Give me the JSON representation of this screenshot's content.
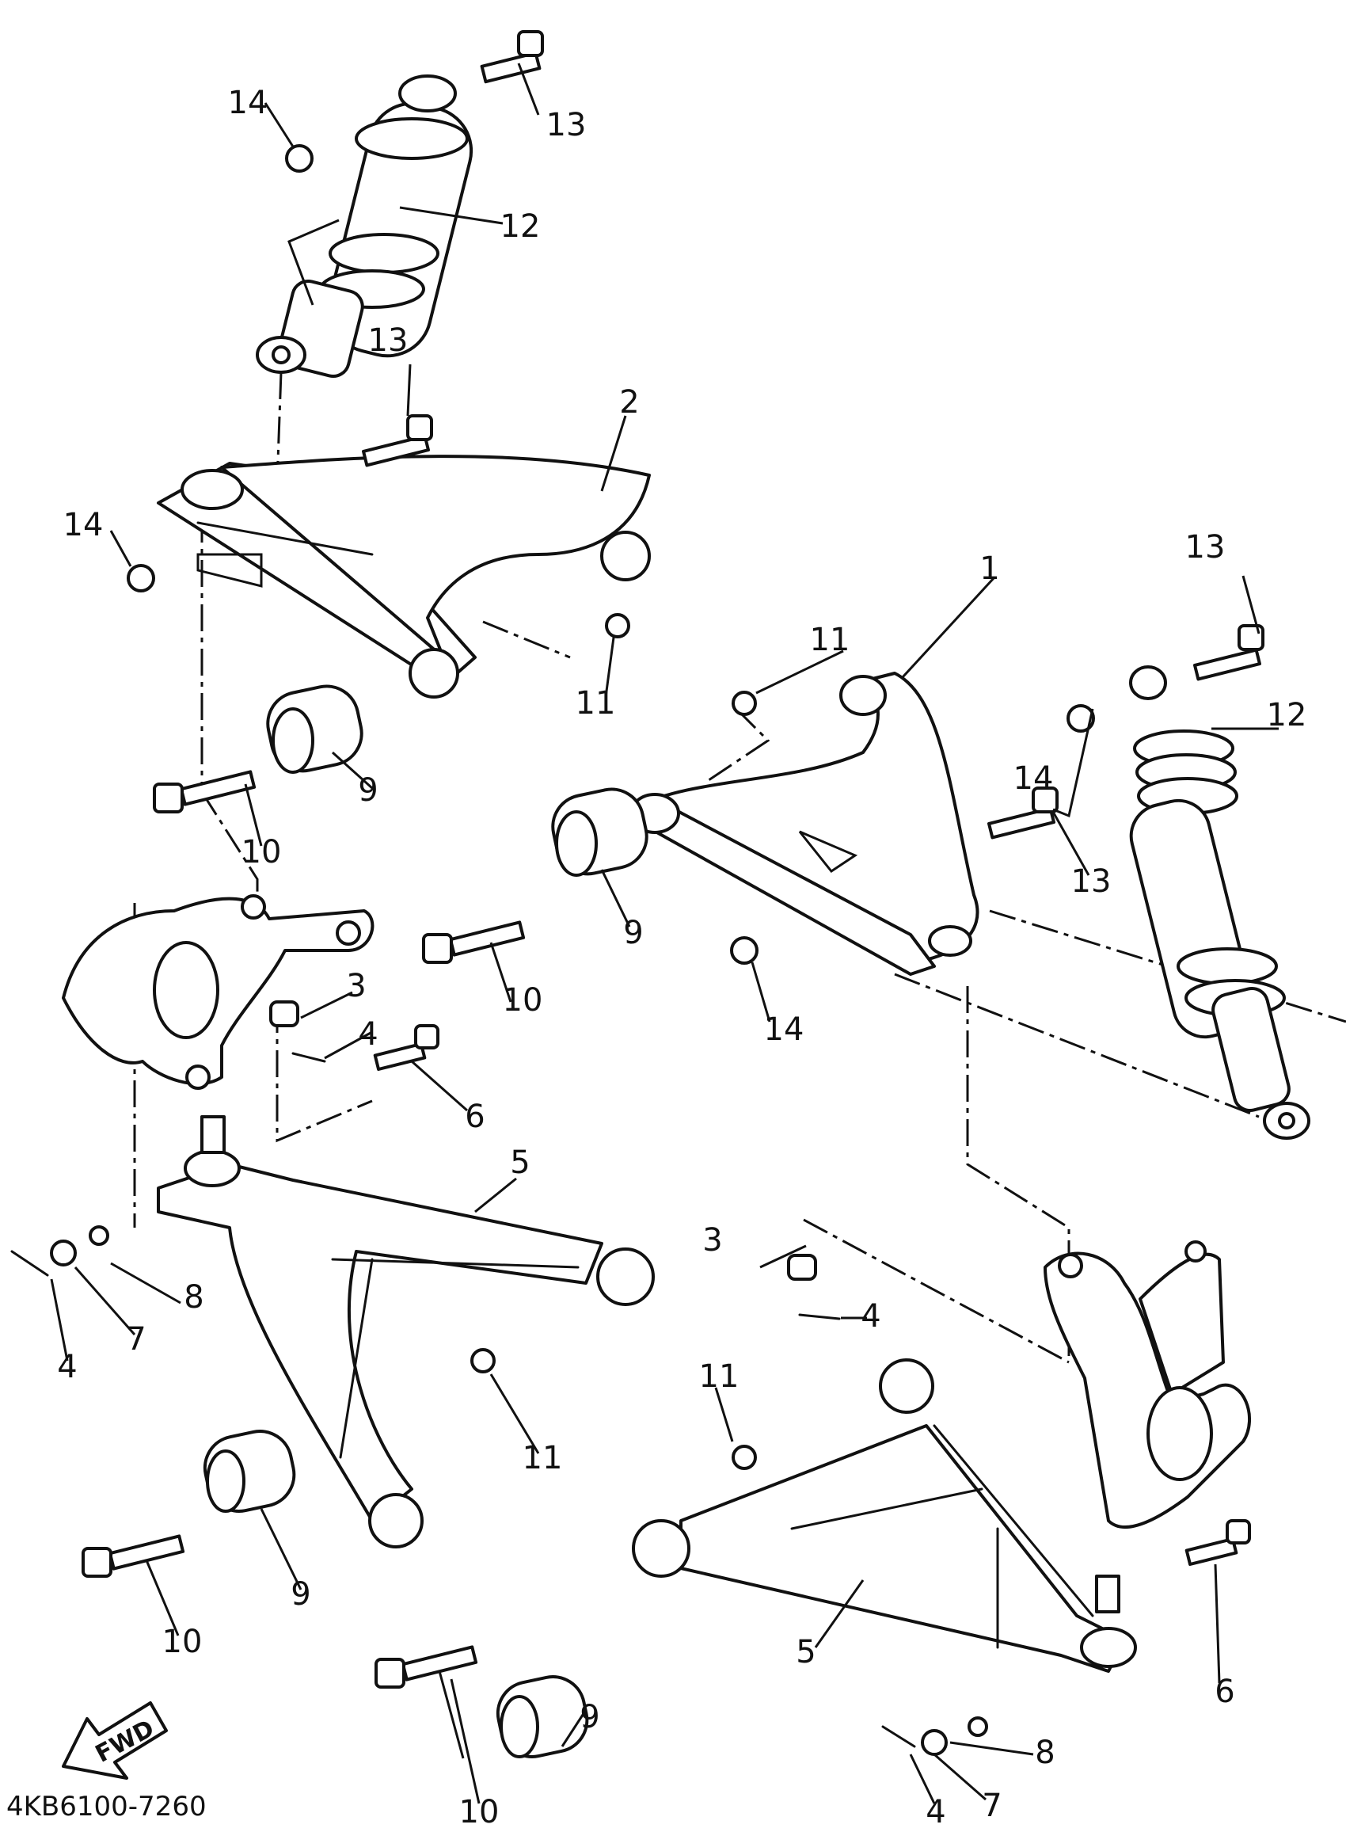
{
  "diagram": {
    "drawing_code": "4KB6100-7260",
    "fwd_label": "FWD",
    "callouts": [
      {
        "id": "c1",
        "text": "1"
      },
      {
        "id": "c2",
        "text": "2"
      },
      {
        "id": "c3a",
        "text": "3"
      },
      {
        "id": "c3b",
        "text": "3"
      },
      {
        "id": "c4a",
        "text": "4"
      },
      {
        "id": "c4b",
        "text": "4"
      },
      {
        "id": "c4c",
        "text": "4"
      },
      {
        "id": "c4d",
        "text": "4"
      },
      {
        "id": "c5a",
        "text": "5"
      },
      {
        "id": "c5b",
        "text": "5"
      },
      {
        "id": "c6a",
        "text": "6"
      },
      {
        "id": "c6b",
        "text": "6"
      },
      {
        "id": "c7a",
        "text": "7"
      },
      {
        "id": "c7b",
        "text": "7"
      },
      {
        "id": "c8a",
        "text": "8"
      },
      {
        "id": "c8b",
        "text": "8"
      },
      {
        "id": "c9a",
        "text": "9"
      },
      {
        "id": "c9b",
        "text": "9"
      },
      {
        "id": "c9c",
        "text": "9"
      },
      {
        "id": "c9d",
        "text": "9"
      },
      {
        "id": "c10a",
        "text": "10"
      },
      {
        "id": "c10b",
        "text": "10"
      },
      {
        "id": "c10c",
        "text": "10"
      },
      {
        "id": "c10d",
        "text": "10"
      },
      {
        "id": "c11a",
        "text": "11"
      },
      {
        "id": "c11b",
        "text": "11"
      },
      {
        "id": "c11c",
        "text": "11"
      },
      {
        "id": "c11d",
        "text": "11"
      },
      {
        "id": "c12a",
        "text": "12"
      },
      {
        "id": "c12b",
        "text": "12"
      },
      {
        "id": "c13a",
        "text": "13"
      },
      {
        "id": "c13b",
        "text": "13"
      },
      {
        "id": "c13c",
        "text": "13"
      },
      {
        "id": "c13d",
        "text": "13"
      },
      {
        "id": "c14a",
        "text": "14"
      },
      {
        "id": "c14b",
        "text": "14"
      },
      {
        "id": "c14c",
        "text": "14"
      },
      {
        "id": "c14d",
        "text": "14"
      }
    ]
  }
}
